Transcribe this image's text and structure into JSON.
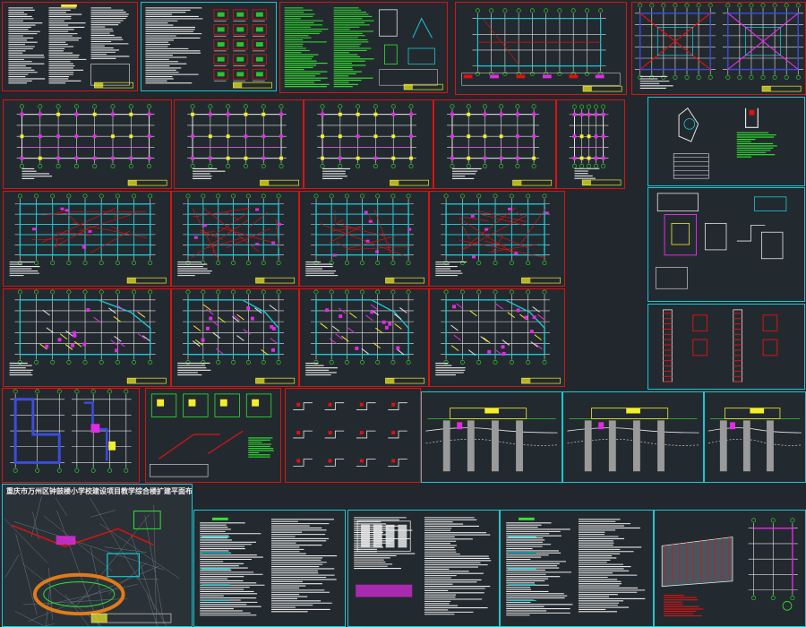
{
  "viewer": {
    "background": "#21272c",
    "colors": {
      "red": "#e01010",
      "cyan": "#17c9d6",
      "green": "#2ee82e",
      "yellow": "#f3ee2b",
      "magenta": "#e32be6",
      "white": "#e8e8e8",
      "blue": "#3a4de0"
    }
  },
  "site_plan": {
    "title": "重庆市万州区钟鼓楼小学校建设项目教学综合楼扩建平面布置图"
  },
  "sheets": [
    {
      "id": "notes-1",
      "kind": "notes",
      "border": "red"
    },
    {
      "id": "details-1",
      "kind": "details",
      "border": "cyan"
    },
    {
      "id": "notes-green",
      "kind": "notes-green",
      "border": "red"
    },
    {
      "id": "plan-top",
      "kind": "plan",
      "border": "red"
    },
    {
      "id": "grid-diag",
      "kind": "grid-diag",
      "border": "red"
    },
    {
      "id": "col-1",
      "kind": "column-plan",
      "border": "red"
    },
    {
      "id": "col-2",
      "kind": "column-plan",
      "border": "red"
    },
    {
      "id": "col-3",
      "kind": "column-plan",
      "border": "red"
    },
    {
      "id": "col-4",
      "kind": "column-plan",
      "border": "red"
    },
    {
      "id": "col-5",
      "kind": "column-plan",
      "border": "red"
    },
    {
      "id": "section-detail",
      "kind": "section",
      "border": "cyan"
    },
    {
      "id": "beam-1",
      "kind": "beam-plan",
      "border": "red"
    },
    {
      "id": "beam-2",
      "kind": "beam-plan",
      "border": "red"
    },
    {
      "id": "beam-3",
      "kind": "beam-plan",
      "border": "red"
    },
    {
      "id": "beam-4",
      "kind": "beam-plan",
      "border": "red"
    },
    {
      "id": "found-detail",
      "kind": "foundation",
      "border": "cyan"
    },
    {
      "id": "slab-1",
      "kind": "slab-plan",
      "border": "red"
    },
    {
      "id": "slab-2",
      "kind": "slab-plan",
      "border": "red"
    },
    {
      "id": "slab-3",
      "kind": "slab-plan",
      "border": "red"
    },
    {
      "id": "slab-4",
      "kind": "slab-plan",
      "border": "red"
    },
    {
      "id": "pile-detail",
      "kind": "pile",
      "border": "cyan"
    },
    {
      "id": "stair-1",
      "kind": "stair",
      "border": "red"
    },
    {
      "id": "stair-2",
      "kind": "stair-detail",
      "border": "red"
    },
    {
      "id": "details-2",
      "kind": "details2",
      "border": "red"
    },
    {
      "id": "profile-1",
      "kind": "profile",
      "border": "cyan"
    },
    {
      "id": "profile-2",
      "kind": "profile",
      "border": "cyan"
    },
    {
      "id": "profile-3",
      "kind": "profile",
      "border": "cyan"
    },
    {
      "id": "site-plan",
      "kind": "site",
      "border": "cyan"
    },
    {
      "id": "notes-a",
      "kind": "notes-dark",
      "border": "cyan"
    },
    {
      "id": "notes-b",
      "kind": "notes-table",
      "border": "cyan"
    },
    {
      "id": "notes-c",
      "kind": "notes-dark",
      "border": "cyan"
    },
    {
      "id": "notes-d",
      "kind": "notes-dark",
      "border": "cyan"
    },
    {
      "id": "retaining",
      "kind": "retaining",
      "border": "cyan"
    }
  ]
}
